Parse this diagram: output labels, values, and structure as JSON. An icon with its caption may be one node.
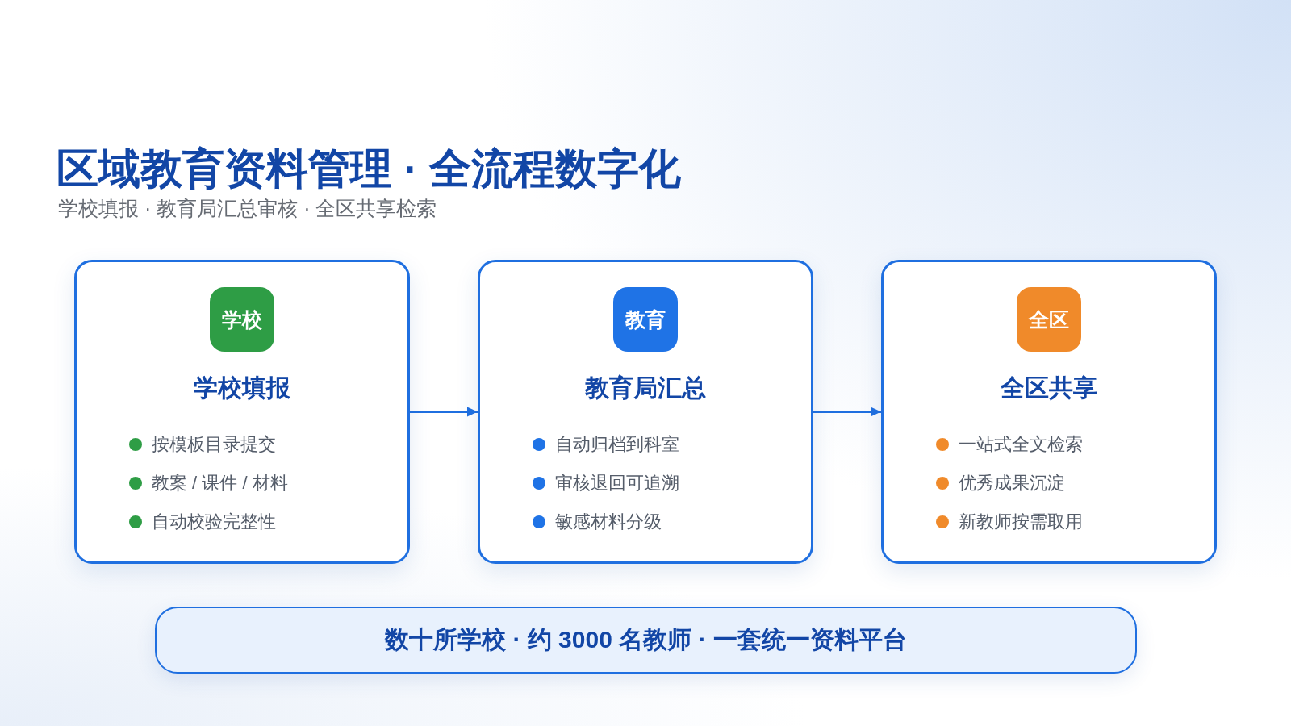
{
  "diagram": {
    "title": "区域教育资料管理 · 全流程数字化",
    "nodes": [
      {
        "text": [
          "学校填报",
          "按模板目录提交",
          "教案 / 课件 / 材料",
          "自动校验完整性"
        ]
      },
      {
        "text": [
          "学校"
        ],
        "in": 0
      },
      {
        "text": [
          "教育局汇总",
          "自动归档到科室",
          "审核退回可追溯",
          "敏感材料分级"
        ]
      },
      {
        "text": [
          "教育"
        ],
        "in": 2
      },
      {
        "text": [
          "全区共享",
          "一站式全文检索",
          "优秀成果沉淀",
          "新教师按需取用"
        ]
      },
      {
        "text": [
          "全区"
        ],
        "in": 4
      },
      {
        "text": [
          "数十所学校 · 约 3000 名教师 · 一套统一资料平台"
        ]
      }
    ],
    "edges": [
      {
        "from": 0,
        "to": 2,
        "arrow": "to"
      },
      {
        "from": 2,
        "to": 4,
        "arrow": "to"
      }
    ],
    "labels": [
      "学校填报 · 教育局汇总审核 · 全区共享检索"
    ]
  }
}
